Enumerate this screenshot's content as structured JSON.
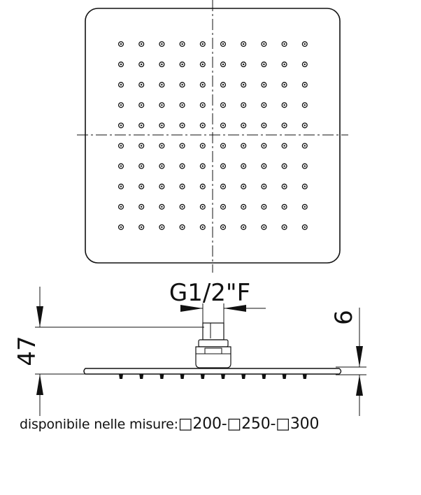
{
  "labels": {
    "thread": "G1/2\"F",
    "overall_height": "47",
    "plate_thickness": "6"
  },
  "caption": {
    "text": "disponibile nelle misure:",
    "sizes": "□200-□250-□300"
  },
  "nozzle_grid": {
    "rows": 10,
    "cols": 10
  },
  "colors": {
    "line": "#111111",
    "background": "#ffffff"
  }
}
